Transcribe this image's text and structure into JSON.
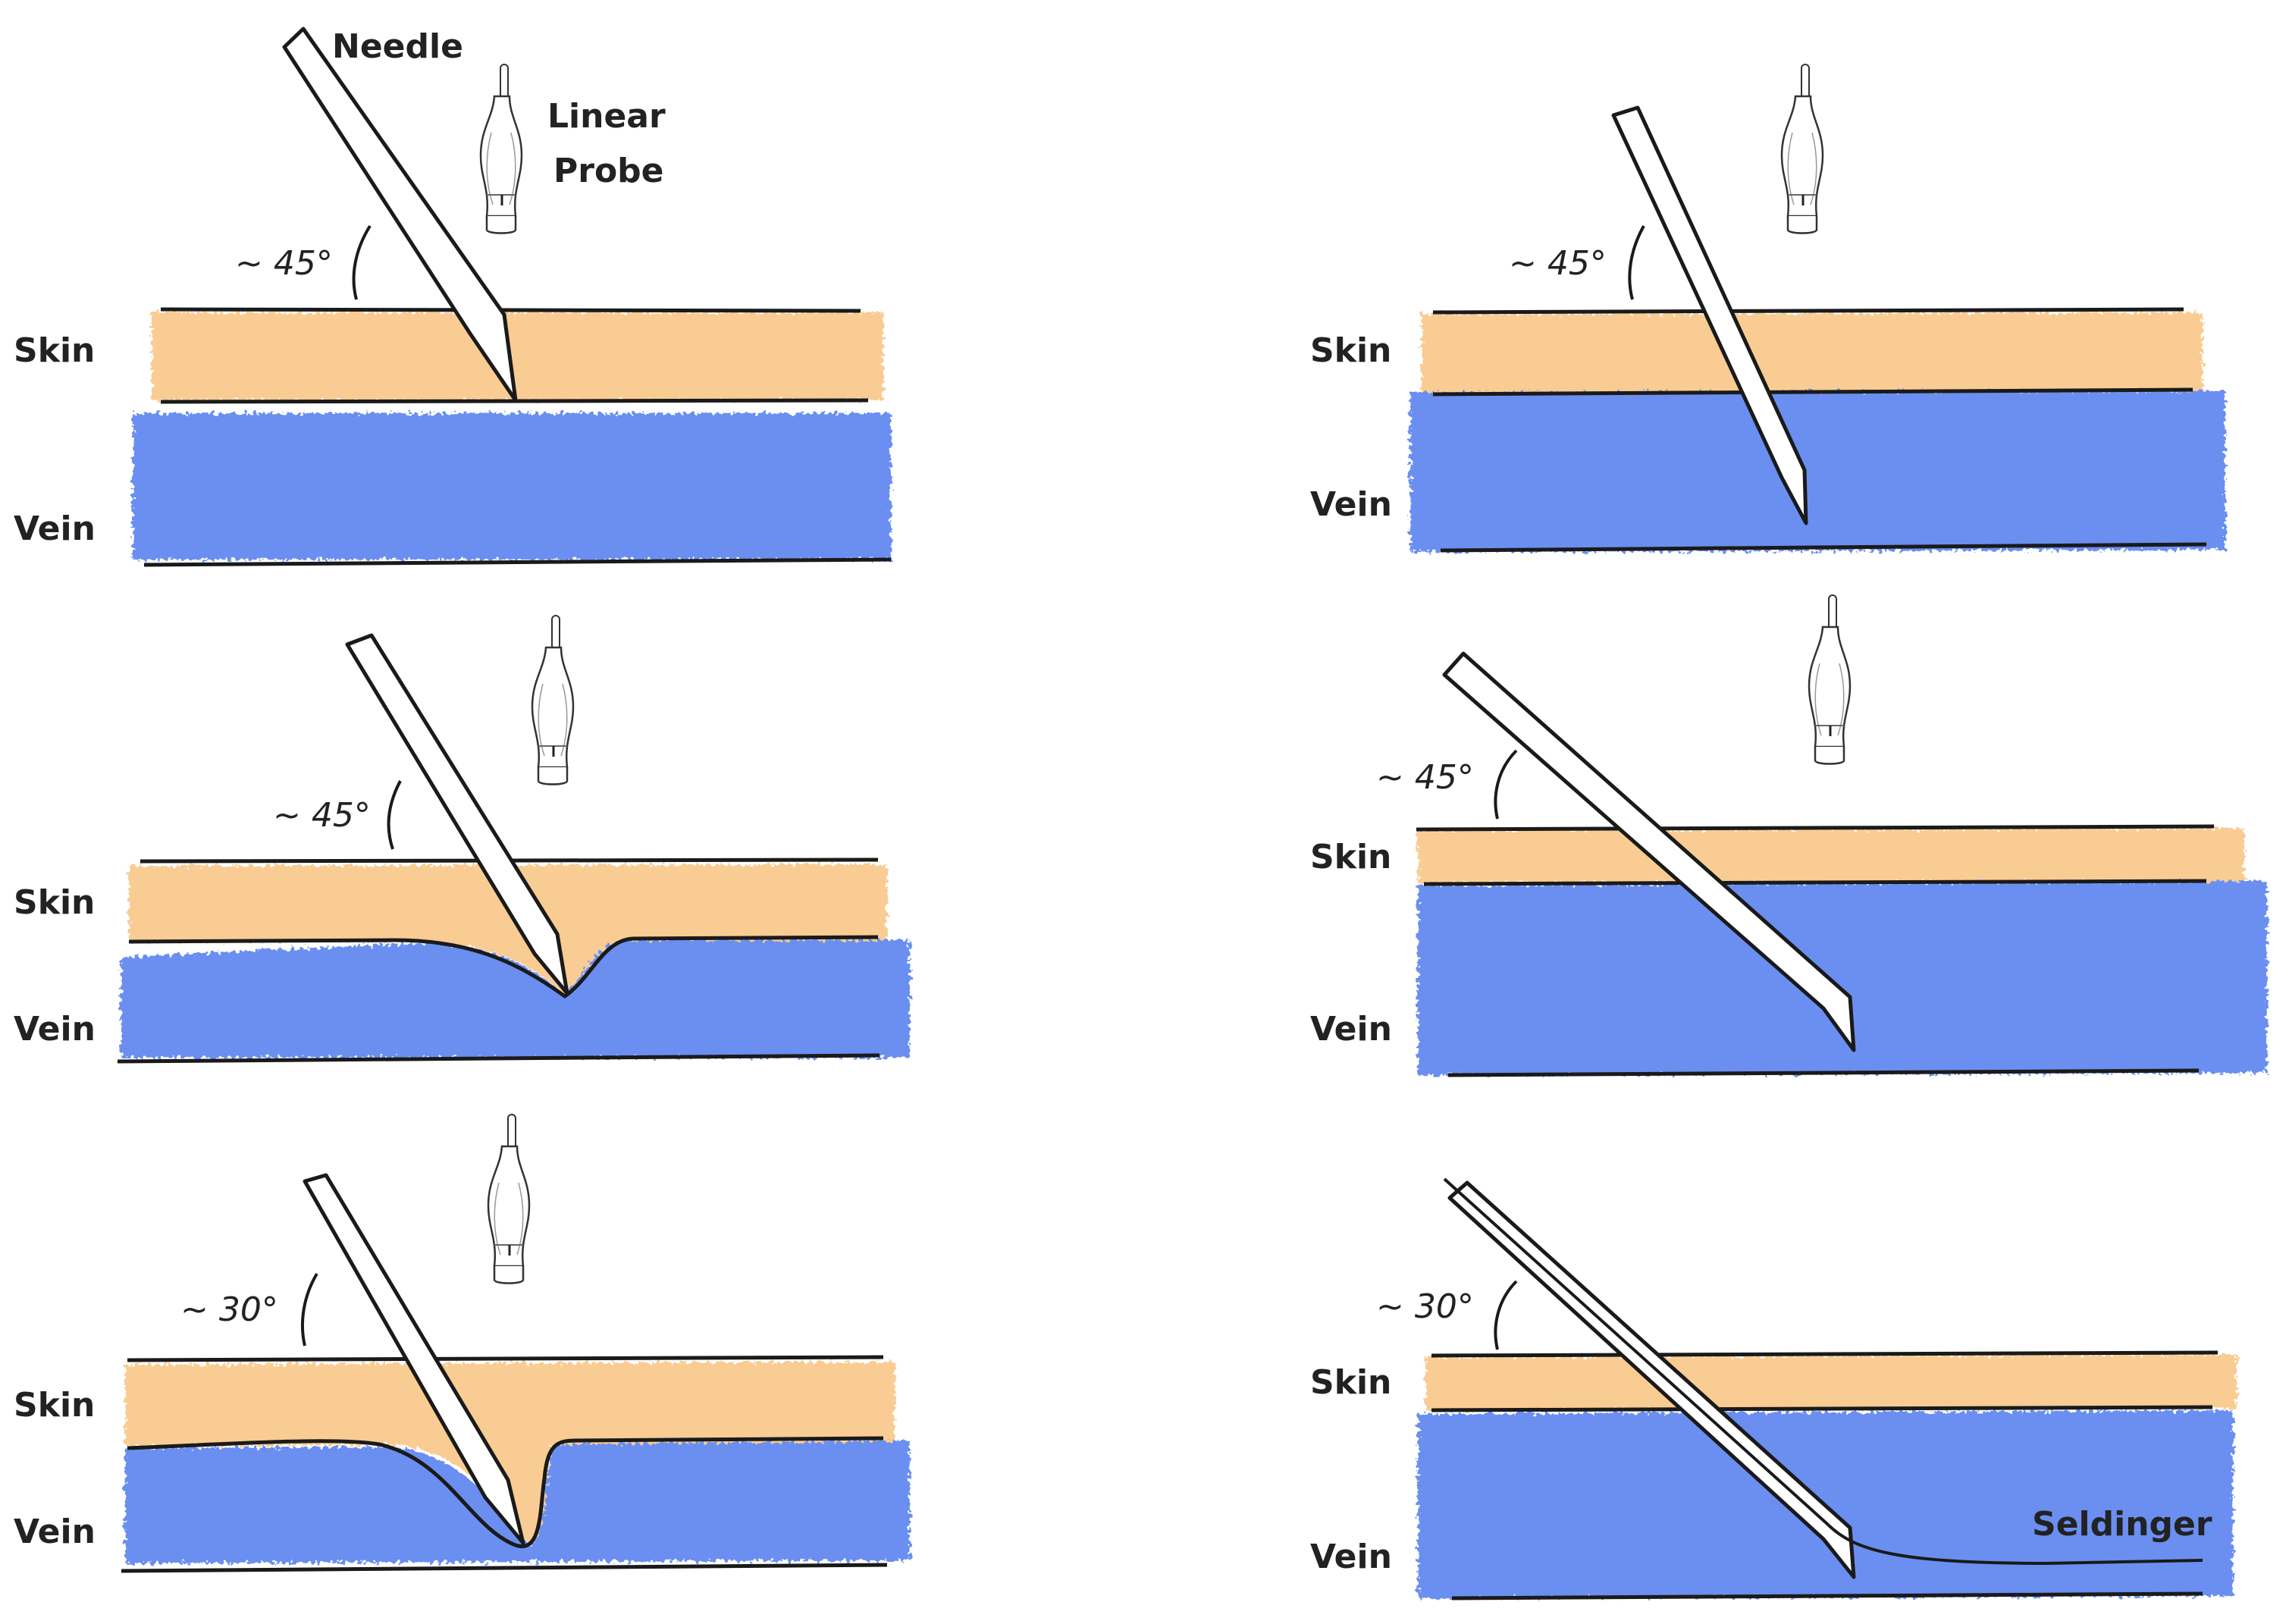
{
  "colors": {
    "skin": "#f9cc93",
    "vein": "#6a8ff0",
    "ink": "#1a1a1a",
    "background": "#ffffff"
  },
  "labels": {
    "needle": "Needle",
    "probe_line1": "Linear",
    "probe_line2": "Probe",
    "seldinger": "Seldinger"
  },
  "panels": [
    {
      "skin": "Skin",
      "vein": "Vein",
      "angle": "~ 45°"
    },
    {
      "skin": "Skin",
      "vein": "Vein",
      "angle": "~ 45°"
    },
    {
      "skin": "Skin",
      "vein": "Vein",
      "angle": "~ 45°"
    },
    {
      "skin": "Skin",
      "vein": "Vein",
      "angle": "~ 45°"
    },
    {
      "skin": "Skin",
      "vein": "Vein",
      "angle": "~ 30°"
    },
    {
      "skin": "Skin",
      "vein": "Vein",
      "angle": "~ 30°"
    }
  ],
  "icons": [
    "linear-probe-icon",
    "needle-icon"
  ]
}
